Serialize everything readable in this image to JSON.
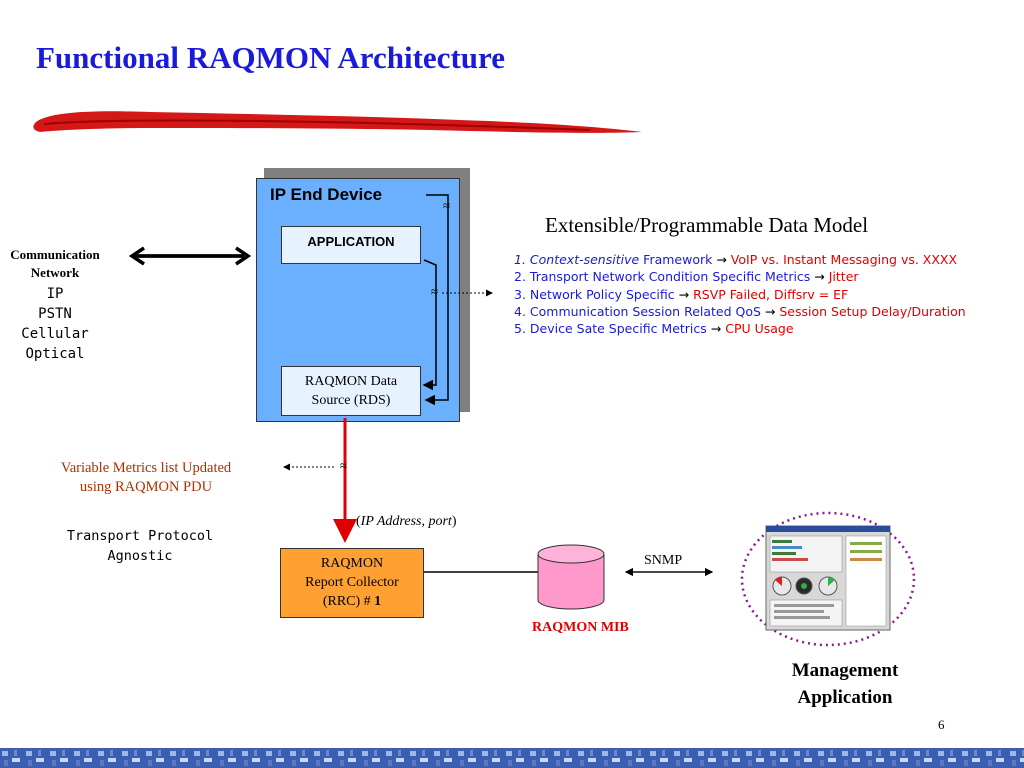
{
  "slide": {
    "title": "Functional RAQMON Architecture",
    "page_number": "6"
  },
  "device": {
    "title": "IP End Device",
    "application": "APPLICATION",
    "rds_line1": "RAQMON Data",
    "rds_line2": "Source (RDS)"
  },
  "network": {
    "label_line1": "Communication",
    "label_line2": "Network",
    "items": [
      "IP",
      "PSTN",
      "Cellular",
      "Optical"
    ]
  },
  "data_model": {
    "title": "Extensible/Programmable Data Model",
    "items": [
      {
        "prefix": "1. ",
        "highlight": "Context-sensitive",
        "label": " Framework",
        "arrow": " → ",
        "target": "VoIP vs. Instant Messaging vs. XXXX"
      },
      {
        "prefix": "2. ",
        "highlight": "",
        "label": "Transport Network Condition Specific Metrics",
        "arrow": " → ",
        "target": "Jitter"
      },
      {
        "prefix": "3. ",
        "highlight": "",
        "label": "Network Policy Specific",
        "arrow": " → ",
        "target": "RSVP Failed, Diffsrv = EF"
      },
      {
        "prefix": "4. ",
        "highlight": "",
        "label": "Communication Session Related QoS",
        "arrow": " → ",
        "target": "Session Setup Delay/Duration"
      },
      {
        "prefix": "5. ",
        "highlight": "",
        "label": "Device Sate Specific Metrics",
        "arrow": " →  ",
        "target": "CPU Usage"
      }
    ]
  },
  "notes": {
    "variable_line1": "Variable Metrics list Updated",
    "variable_line2": "using RAQMON PDU",
    "transport_line1": "Transport Protocol",
    "transport_line2": "Agnostic",
    "ip_address": "IP Address, port"
  },
  "collector": {
    "line1": "RAQMON",
    "line2": "Report Collector",
    "line3_prefix": "(RRC) # ",
    "line3_num": "1"
  },
  "mib": {
    "label": "RAQMON MIB"
  },
  "snmp": {
    "label": "SNMP"
  },
  "management": {
    "line1": "Management",
    "line2": "Application"
  },
  "colors": {
    "title": "#1a1adb",
    "device_fill": "#6bb0ff",
    "collector_fill": "#ffa033",
    "mib_fill": "#ff99cc",
    "accent_red": "#e00000",
    "ellipse": "#8b1a8b"
  }
}
